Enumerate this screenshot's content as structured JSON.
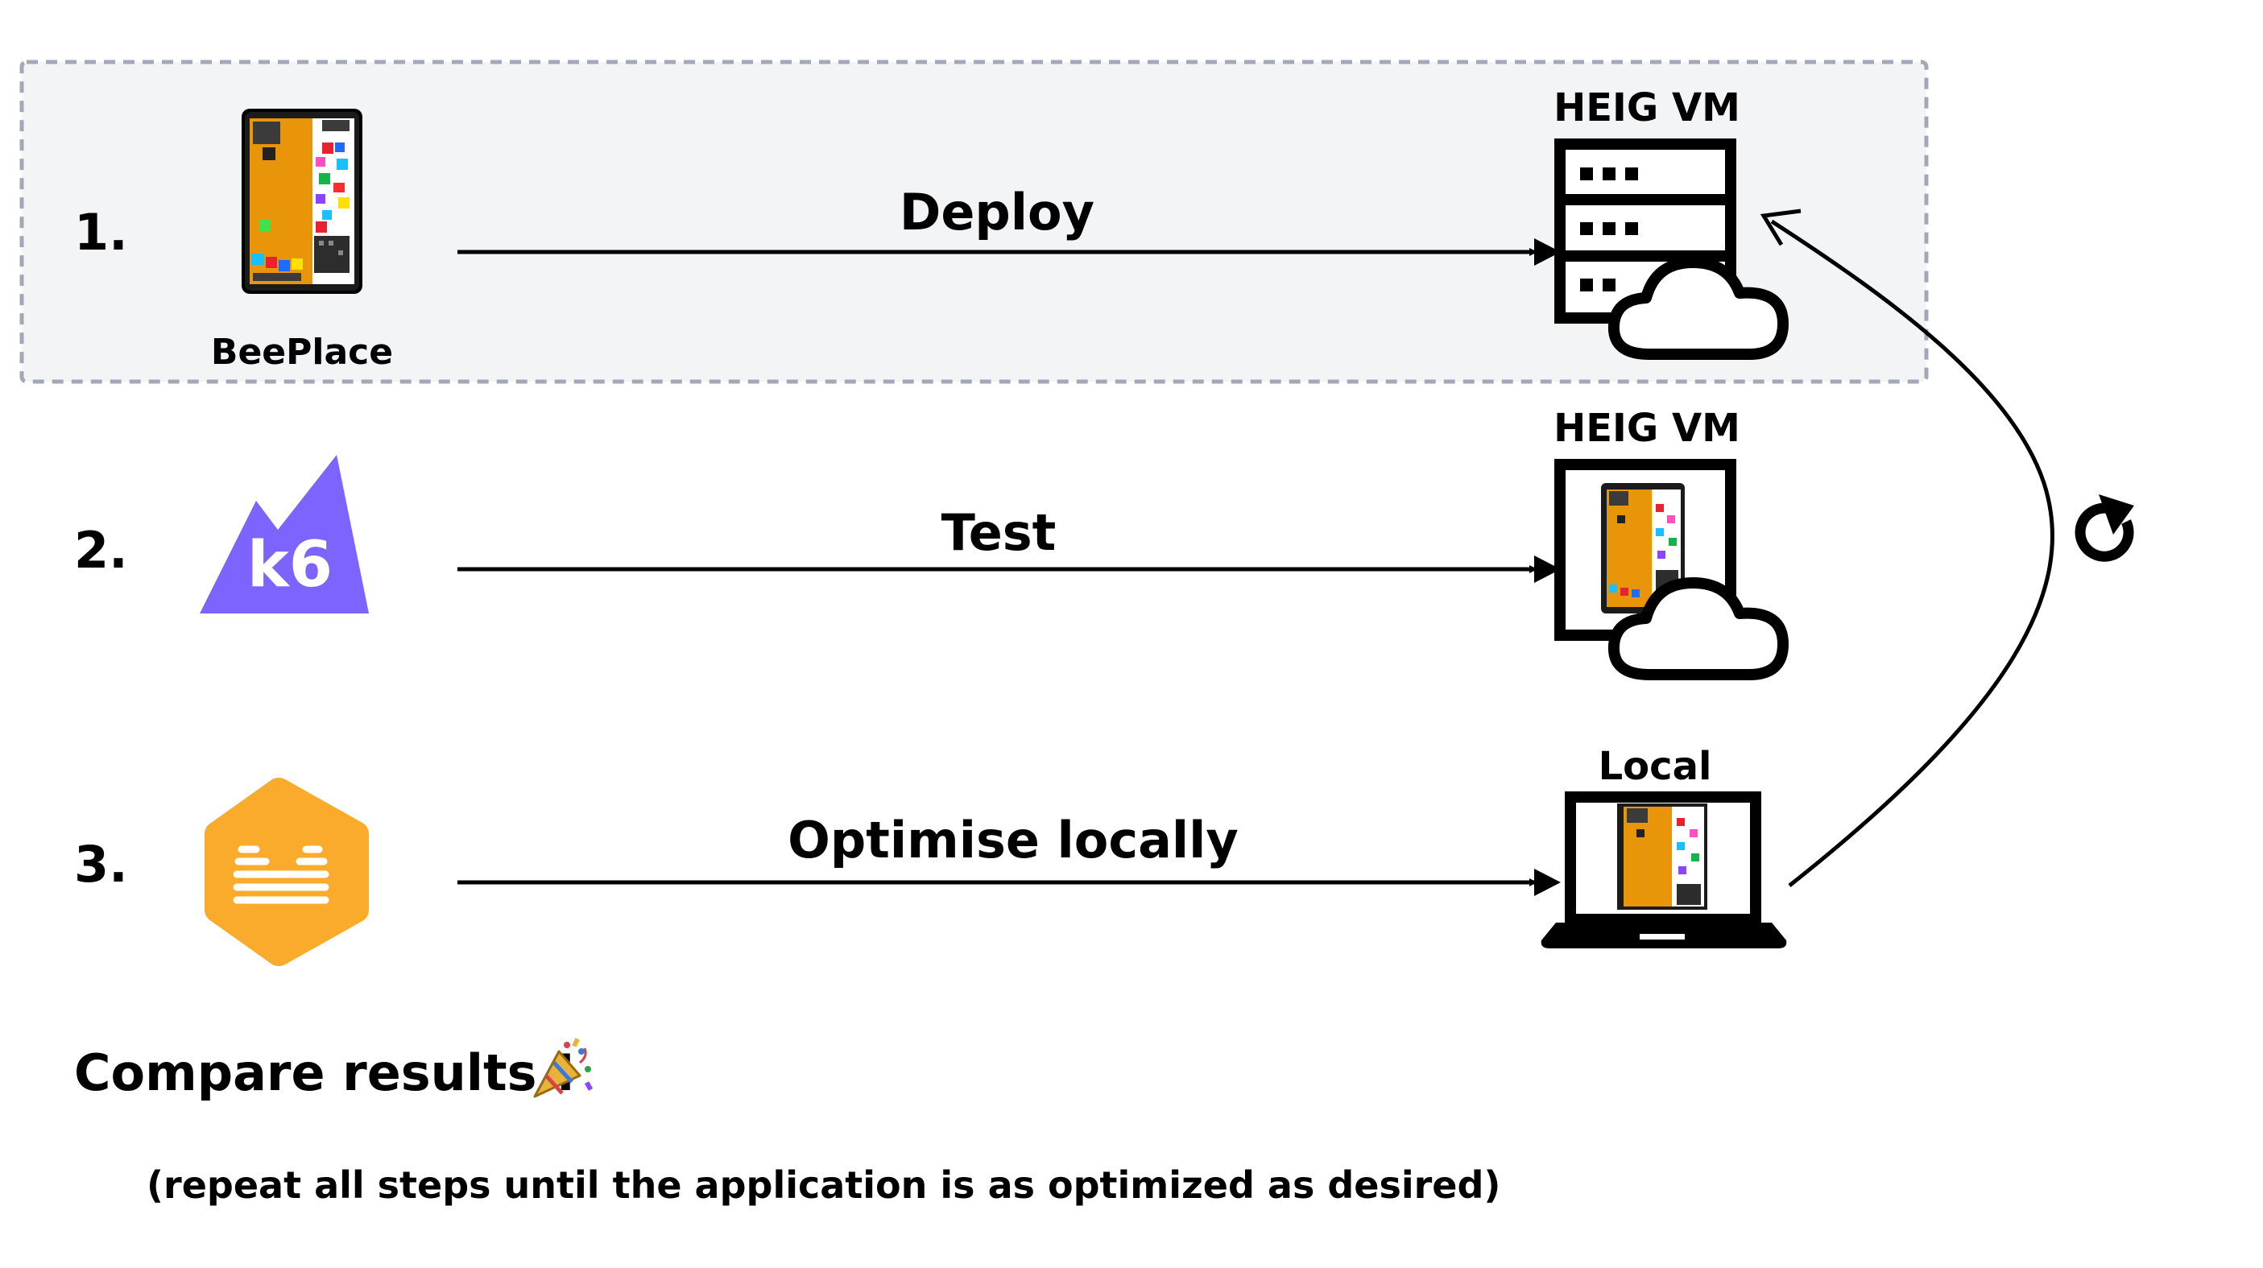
{
  "steps": [
    {
      "number": "1.",
      "tool_label": "BeePlace",
      "action": "Deploy",
      "target_label": "HEIG VM"
    },
    {
      "number": "2.",
      "tool_label": "",
      "action": "Test",
      "target_label": "HEIG VM"
    },
    {
      "number": "3.",
      "tool_label": "",
      "action": "Optimise locally",
      "target_label": "Local"
    }
  ],
  "k6_logo_text": "k6",
  "compare": {
    "text": "Compare results !",
    "emoji": "🎉"
  },
  "note": "(repeat all steps until the application is as optimized as desired)",
  "colors": {
    "highlight_fill": "#f3f4f6",
    "highlight_border": "#a3a8b6",
    "k6_purple": "#7d64ff",
    "hex_orange": "#fbab2c",
    "app_orange": "#e8950a"
  },
  "icons": {
    "beeplace": "beeplace-app-icon",
    "k6": "k6-logo-icon",
    "hex": "orange-hexagon-logo-icon",
    "server": "server-cloud-icon",
    "vm_app": "vm-app-cloud-icon",
    "laptop": "laptop-icon",
    "repeat": "repeat-icon"
  }
}
